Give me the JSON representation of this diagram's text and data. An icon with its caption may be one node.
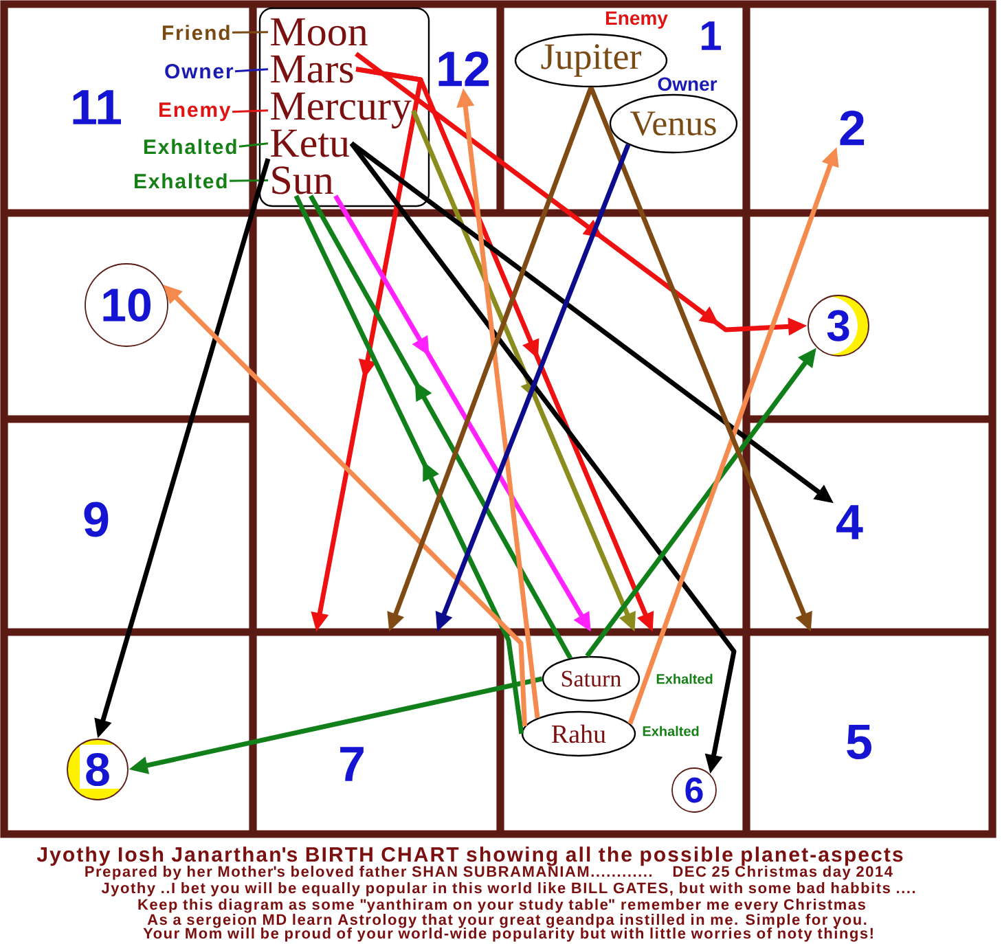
{
  "diagram": {
    "title": "Jyothy Iosh Janarthan's BIRTH CHART showing all the possible planet-aspects",
    "nodes": [
      {
        "text": [],
        "shape": "box"
      },
      {
        "text": [
          "11"
        ],
        "in": 0
      },
      {
        "text": [
          "Friend"
        ],
        "in": 0
      },
      {
        "text": [
          "Owner"
        ],
        "in": 0
      },
      {
        "text": [
          "Enemy"
        ],
        "in": 0
      },
      {
        "text": [
          "Exhalted"
        ],
        "in": 0
      },
      {
        "text": [
          "Exhalted"
        ],
        "in": 0
      },
      {
        "text": [],
        "shape": "box"
      },
      {
        "text": [],
        "shape": "box",
        "in": 7
      },
      {
        "text": [
          "Moon"
        ],
        "in": 8
      },
      {
        "text": [
          "Mars"
        ],
        "in": 8
      },
      {
        "text": [
          "Mercury"
        ],
        "in": 8
      },
      {
        "text": [
          "Ketu"
        ],
        "in": 8
      },
      {
        "text": [
          "Sun"
        ],
        "in": 8
      },
      {
        "text": [
          "12"
        ],
        "in": 7
      },
      {
        "text": [],
        "shape": "box"
      },
      {
        "text": [
          "1"
        ],
        "in": 15
      },
      {
        "text": [
          "Jupiter"
        ],
        "in": 15,
        "beside": [
          "Enemy"
        ]
      },
      {
        "text": [
          "Venus"
        ],
        "in": 15,
        "beside": [
          "Owner"
        ]
      },
      {
        "text": [],
        "shape": "box"
      },
      {
        "text": [
          "2"
        ],
        "in": 19
      },
      {
        "text": [],
        "shape": "box"
      },
      {
        "text": [
          "10"
        ],
        "in": 21
      },
      {
        "text": [],
        "shape": "box"
      },
      {
        "text": [
          "3"
        ],
        "in": 23
      },
      {
        "text": [],
        "shape": "box"
      },
      {
        "text": [
          "9"
        ],
        "in": 25
      },
      {
        "text": [],
        "shape": "box"
      },
      {
        "text": [
          "4"
        ],
        "in": 27
      },
      {
        "text": [],
        "shape": "box"
      },
      {
        "text": [
          "8"
        ],
        "in": 29
      },
      {
        "text": [],
        "shape": "box"
      },
      {
        "text": [
          "7"
        ],
        "in": 31
      },
      {
        "text": [],
        "shape": "box"
      },
      {
        "text": [
          "Saturn"
        ],
        "in": 33,
        "beside": [
          "Exhalted"
        ]
      },
      {
        "text": [
          "Rahu"
        ],
        "in": 33,
        "beside": [
          "Exhalted"
        ]
      },
      {
        "text": [
          "6"
        ],
        "in": 33
      },
      {
        "text": [],
        "shape": "box"
      },
      {
        "text": [
          "5"
        ],
        "in": 37
      }
    ],
    "edges": [
      {
        "from": 2,
        "to": 9,
        "arrow": "none",
        "color": "#7a4a14"
      },
      {
        "from": 3,
        "to": 10,
        "arrow": "none",
        "color": "#1a1ab4"
      },
      {
        "from": 4,
        "to": 11,
        "arrow": "none",
        "color": "#e01414"
      },
      {
        "from": 5,
        "to": 12,
        "arrow": "none",
        "color": "#158015"
      },
      {
        "from": 6,
        "to": 13,
        "arrow": "none",
        "color": "#158015"
      },
      {
        "from": 10,
        "to": 31,
        "arrow": "to",
        "color": "#ee1111"
      },
      {
        "from": 10,
        "to": 33,
        "arrow": "to",
        "color": "#ee1111"
      },
      {
        "from": 10,
        "to": 24,
        "arrow": "to",
        "color": "#ee1111"
      },
      {
        "from": 11,
        "to": 33,
        "arrow": "to",
        "color": "#8c8c1e"
      },
      {
        "from": 13,
        "to": 33,
        "arrow": "to",
        "color": "#ff22ff"
      },
      {
        "from": 12,
        "to": 30,
        "arrow": "to",
        "color": "#000000"
      },
      {
        "from": 12,
        "to": 28,
        "arrow": "to",
        "color": "#000000"
      },
      {
        "from": 12,
        "to": 36,
        "arrow": "to",
        "color": "#000000"
      },
      {
        "from": 34,
        "to": 13,
        "arrow": "to",
        "color": "#11801a"
      },
      {
        "from": 35,
        "to": 13,
        "arrow": "to",
        "color": "#11801a"
      },
      {
        "from": 34,
        "to": 24,
        "arrow": "to",
        "color": "#11801a"
      },
      {
        "from": 34,
        "to": 30,
        "arrow": "to",
        "color": "#11801a"
      },
      {
        "from": 35,
        "to": 22,
        "arrow": "to",
        "color": "#f58a4e"
      },
      {
        "from": 35,
        "to": 20,
        "arrow": "to",
        "color": "#f58a4e"
      },
      {
        "from": 35,
        "to": 14,
        "arrow": "to",
        "color": "#f58a4e"
      },
      {
        "from": 17,
        "to": 31,
        "arrow": "to",
        "color": "#7f4a14"
      },
      {
        "from": 17,
        "to": 37,
        "arrow": "to",
        "color": "#7f4a14"
      },
      {
        "from": 18,
        "to": 31,
        "arrow": "to",
        "color": "#0c0c8c"
      }
    ],
    "labels": [
      "Prepared by her Mother's beloved father SHAN SUBRAMANIAM............",
      "DEC 25 Christmas day 2014",
      "Jyothy ..I bet you will be equally popular in this world like BILL GATES, but with some bad habbits ....",
      "Keep this diagram as some \"yanthiram on your study table\" remember me every Christmas",
      "As a sergeion MD learn Astrology that your great geandpa instilled in me. Simple for you.",
      "Your Mom will be proud of your world-wide popularity but with little worries of noty things!"
    ]
  }
}
